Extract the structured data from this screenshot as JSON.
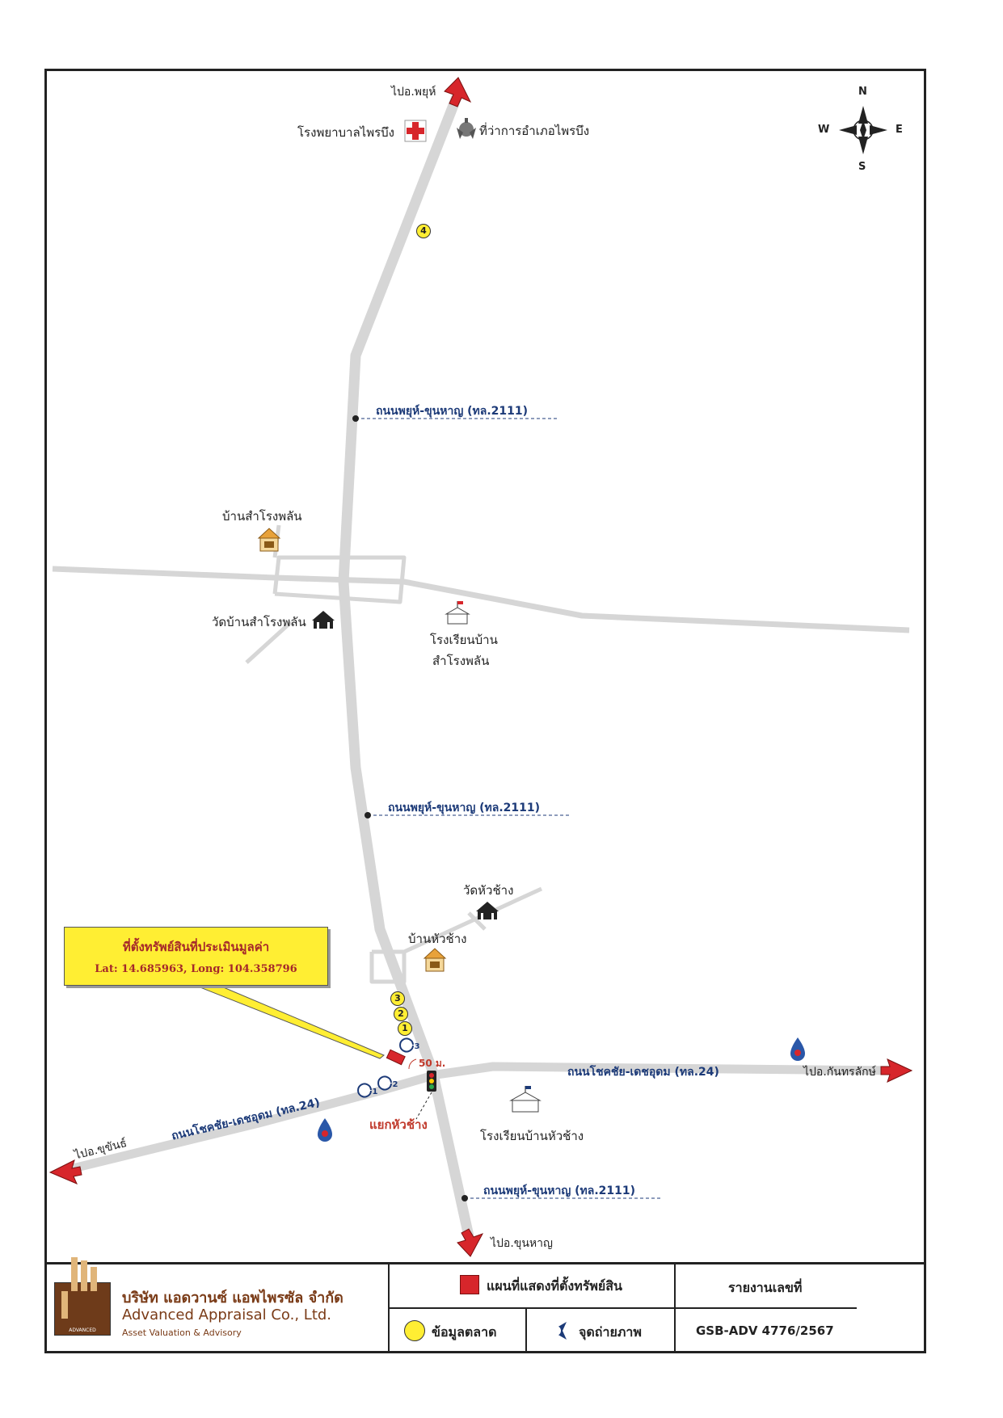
{
  "map": {
    "destinations": {
      "north": "ไปอ.พยุห์",
      "south": "ไปอ.ขุนหาญ",
      "east": "ไปอ.กันทรลักษ์",
      "west": "ไปอ.ขุขันธ์"
    },
    "places": {
      "hospital": "โรงพยาบาลไพรบึง",
      "district_office": "ที่ว่าการอำเภอไพรบึง",
      "village_samrong": "บ้านสำโรงพลัน",
      "temple_samrong": "วัดบ้านสำโรงพลัน",
      "school_samrong_1": "โรงเรียนบ้าน",
      "school_samrong_2": "สำโรงพลัน",
      "temple_huachang": "วัดหัวช้าง",
      "village_huachang": "บ้านหัวช้าง",
      "school_huachang": "โรงเรียนบ้านหัวช้าง"
    },
    "roads": {
      "r2111_a": "ถนนพยุห์-ขุนหาญ (ทล.2111)",
      "r2111_b": "ถนนพยุห์-ขุนหาญ (ทล.2111)",
      "r2111_c": "ถนนพยุห์-ขุนหาญ (ทล.2111)",
      "r24_east": "ถนนโชคชัย-เดชอุดม (ทล.24)",
      "r24_west": "ถนนโชคชัย-เดชอุดม (ทล.24)"
    },
    "junction": "แยกหัวช้าง",
    "distance": "50 ม.",
    "compass": {
      "n": "N",
      "s": "S",
      "e": "E",
      "w": "W"
    },
    "market_markers": [
      "4",
      "3",
      "2",
      "1"
    ],
    "photo_markers": [
      "1",
      "2",
      "3"
    ],
    "callout": {
      "title": "ที่ตั้งทรัพย์สินที่ประเมินมูลค่า",
      "coords": "Lat: 14.685963,  Long: 104.358796"
    },
    "colors": {
      "road": "#d6d6d6",
      "arrow": "#d7262b",
      "callout": "#ffee33",
      "road_label": "#1c3a78"
    }
  },
  "footer": {
    "company_th": "บริษัท แอดวานซ์ แอพไพรซัล จำกัด",
    "company_en": "Advanced Appraisal Co., Ltd.",
    "company_sub": "Asset Valuation & Advisory",
    "logo_caption": "ADVANCED",
    "legend_property": "แผนที่แสดงที่ตั้งทรัพย์สิน",
    "legend_market": "ข้อมูลตลาด",
    "legend_photo": "จุดถ่ายภาพ",
    "report_label": "รายงานเลขที่",
    "report_number": "GSB-ADV 4776/2567"
  }
}
